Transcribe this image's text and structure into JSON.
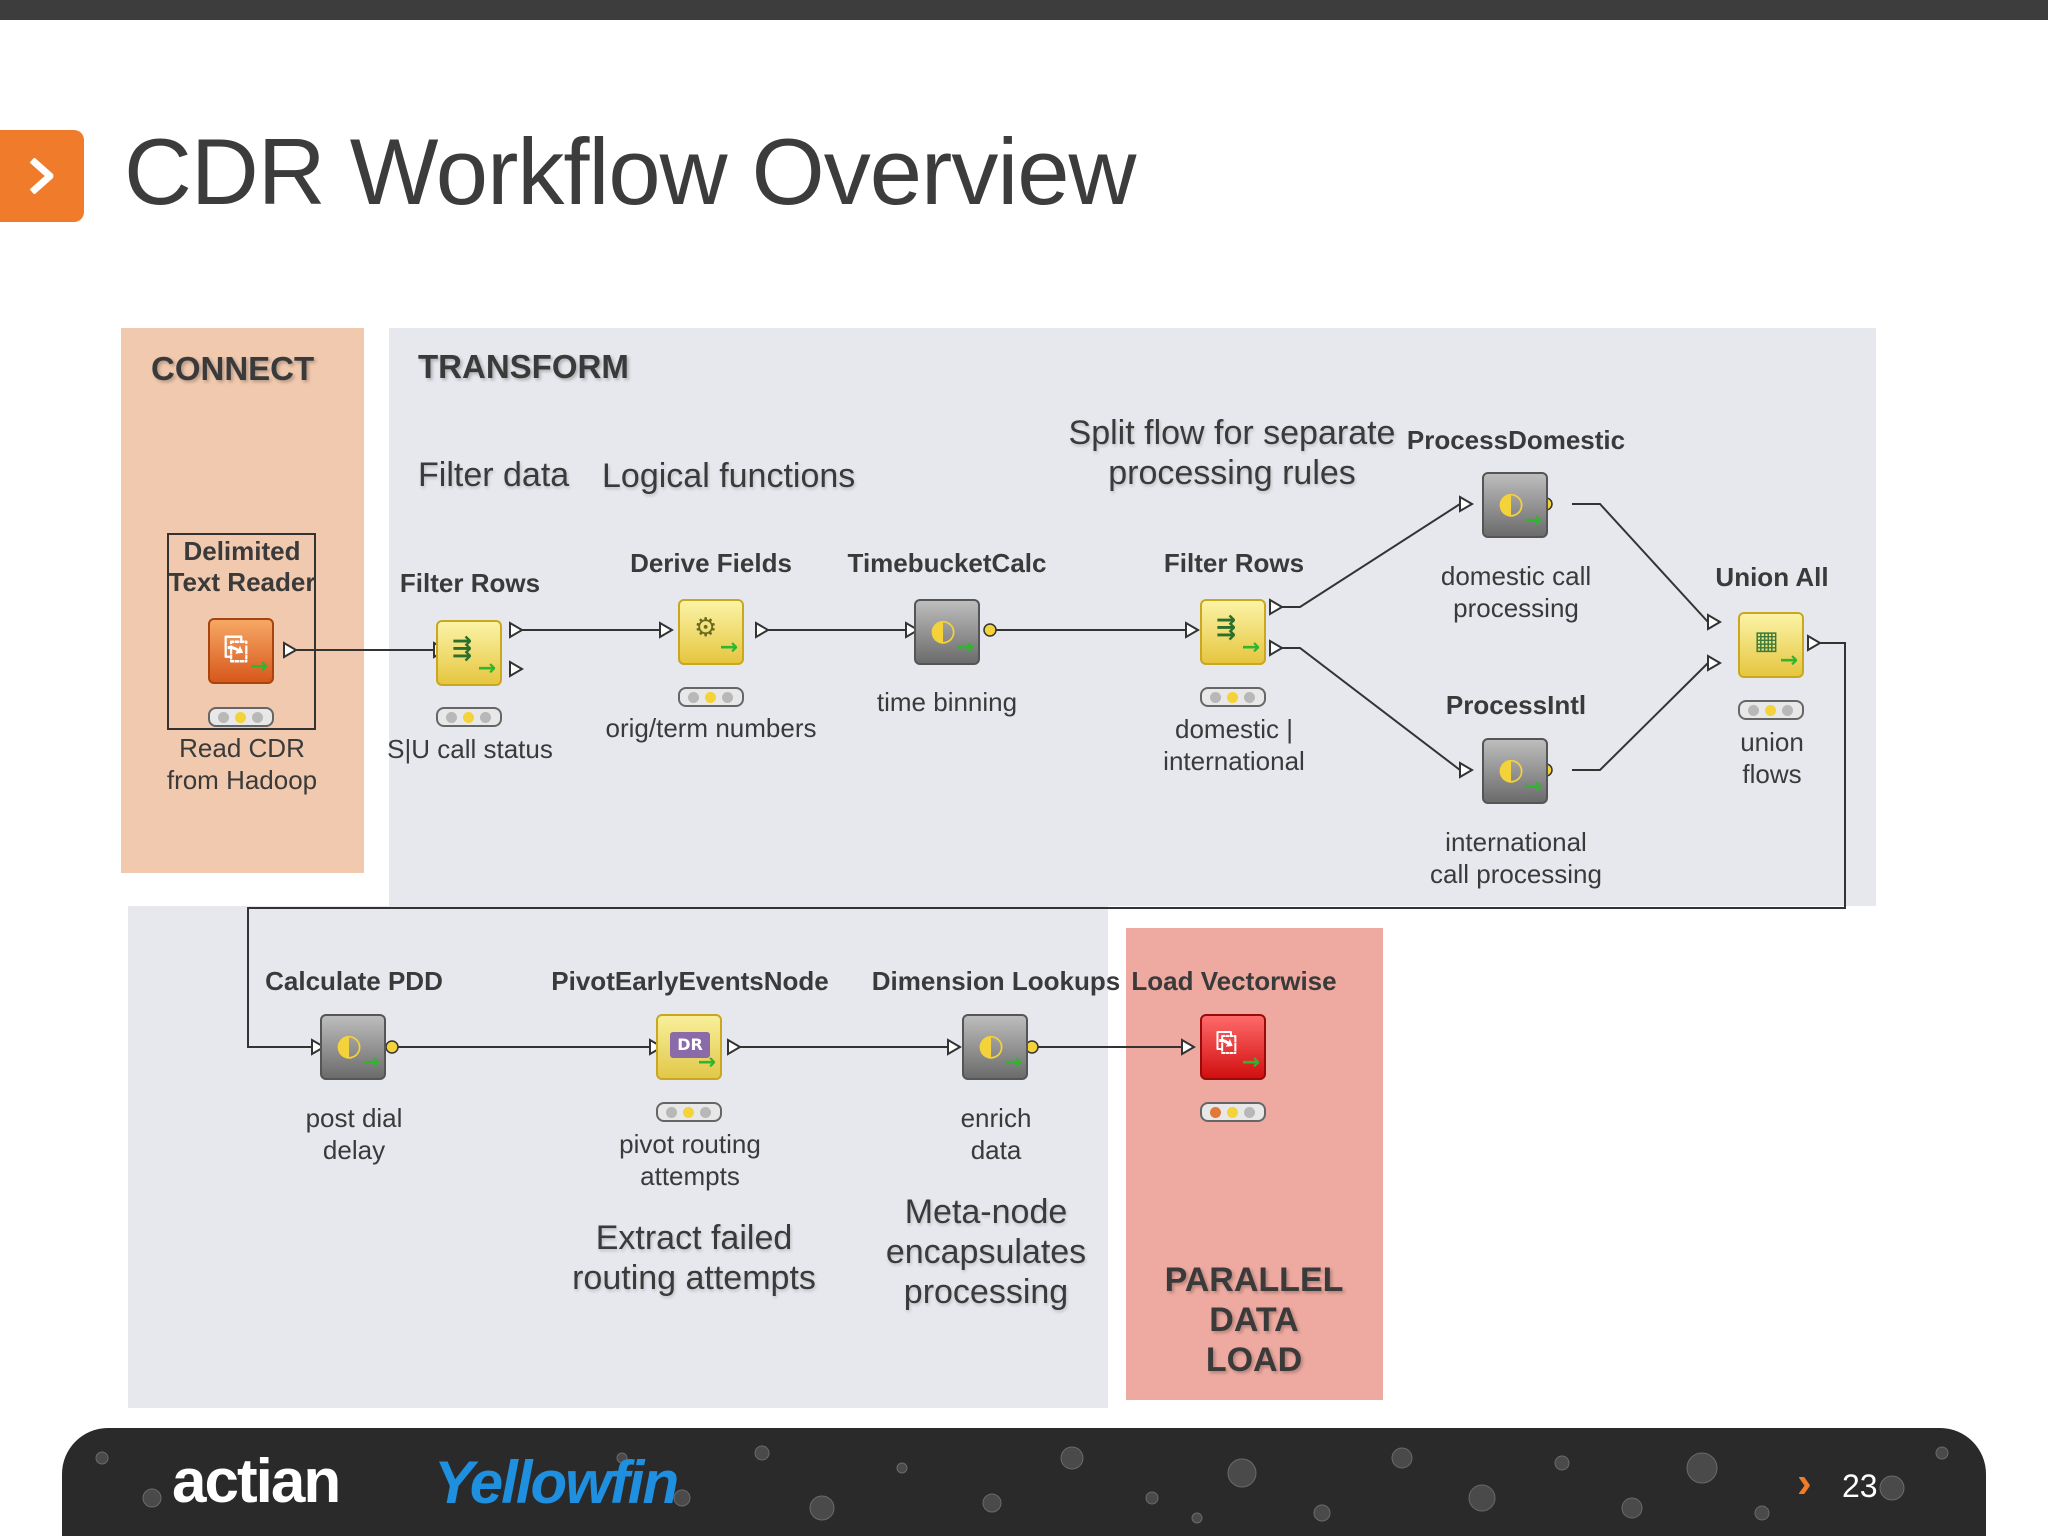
{
  "slide": {
    "title": "CDR Workflow Overview",
    "page_number": "23"
  },
  "sections": {
    "connect": "CONNECT",
    "transform": "TRANSFORM",
    "parallel_load": [
      "PARALLEL",
      "DATA",
      "LOAD"
    ]
  },
  "annotations": {
    "filter_data": "Filter data",
    "logical_functions": "Logical functions",
    "split_flow": [
      "Split flow for separate",
      "processing rules"
    ],
    "extract_failed": [
      "Extract failed",
      "routing attempts"
    ],
    "meta_node": [
      "Meta-node",
      "encapsulates",
      "processing"
    ]
  },
  "nodes": {
    "reader": {
      "title": [
        "Delimited",
        "Text Reader"
      ],
      "caption": [
        "Read CDR",
        "from Hadoop"
      ]
    },
    "filter_rows_1": {
      "title": "Filter Rows",
      "caption": [
        "S|U call status"
      ]
    },
    "derive_fields": {
      "title": "Derive Fields",
      "caption": [
        "orig/term numbers"
      ]
    },
    "timebucket": {
      "title": "TimebucketCalc",
      "caption": [
        "time binning"
      ]
    },
    "filter_rows_2": {
      "title": "Filter Rows",
      "caption": [
        "domestic |",
        "international"
      ]
    },
    "process_domestic": {
      "title": "ProcessDomestic",
      "caption": [
        "domestic call",
        "processing"
      ]
    },
    "process_intl": {
      "title": "ProcessIntl",
      "caption": [
        "international",
        "call processing"
      ]
    },
    "union_all": {
      "title": "Union All",
      "caption": [
        "union",
        "flows"
      ]
    },
    "calculate_pdd": {
      "title": "Calculate PDD",
      "caption": [
        "post dial",
        "delay"
      ]
    },
    "pivot": {
      "title": "PivotEarlyEventsNode",
      "caption": [
        "pivot routing",
        "attempts"
      ]
    },
    "dimension_lookups": {
      "title": "Dimension Lookups",
      "caption": [
        "enrich",
        "data"
      ]
    },
    "load_vectorwise": {
      "title": "Load Vectorwise",
      "caption": []
    }
  },
  "footer": {
    "logo_actian": "actian",
    "logo_yellowfin": "Yellowfin"
  },
  "colors": {
    "accent_orange": "#ef7b2b",
    "connect_bg": "#f0c9ae",
    "transform_bg": "#e6e8ee",
    "load_bg": "#eeaaa0"
  }
}
